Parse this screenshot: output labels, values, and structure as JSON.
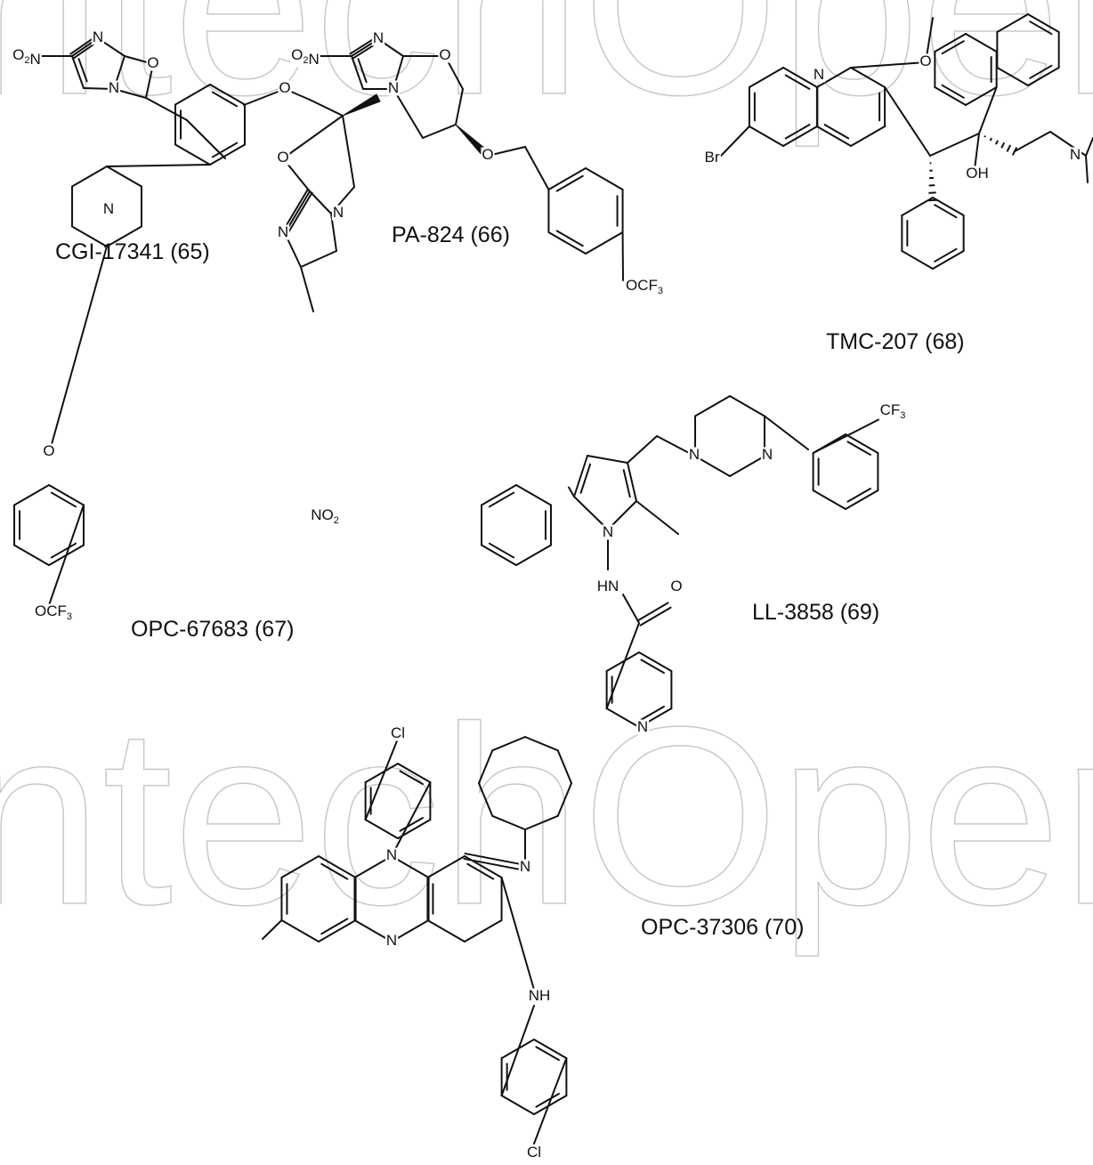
{
  "watermark": "IntechOpen",
  "compounds": [
    {
      "id": "cgi",
      "caption": "CGI-17341 (65)"
    },
    {
      "id": "pa",
      "caption": "PA-824 (66)"
    },
    {
      "id": "tmc",
      "caption": "TMC-207 (68)"
    },
    {
      "id": "opc676",
      "caption": "OPC-67683 (67)"
    },
    {
      "id": "ll",
      "caption": "LL-3858 (69)"
    },
    {
      "id": "opc373",
      "caption": "OPC-37306 (70)"
    }
  ],
  "atom_labels": {
    "o2n": "O",
    "o2n_sub": "2",
    "o2n_n": "N",
    "no2": "NO",
    "no2_sub": "2",
    "n": "N",
    "o": "O",
    "oh": "OH",
    "hn": "HN",
    "nh": "NH",
    "br": "Br",
    "cl": "Cl",
    "ocf3": "OCF",
    "ocf3_sub": "3",
    "cf3": "CF",
    "cf3_sub": "3"
  }
}
